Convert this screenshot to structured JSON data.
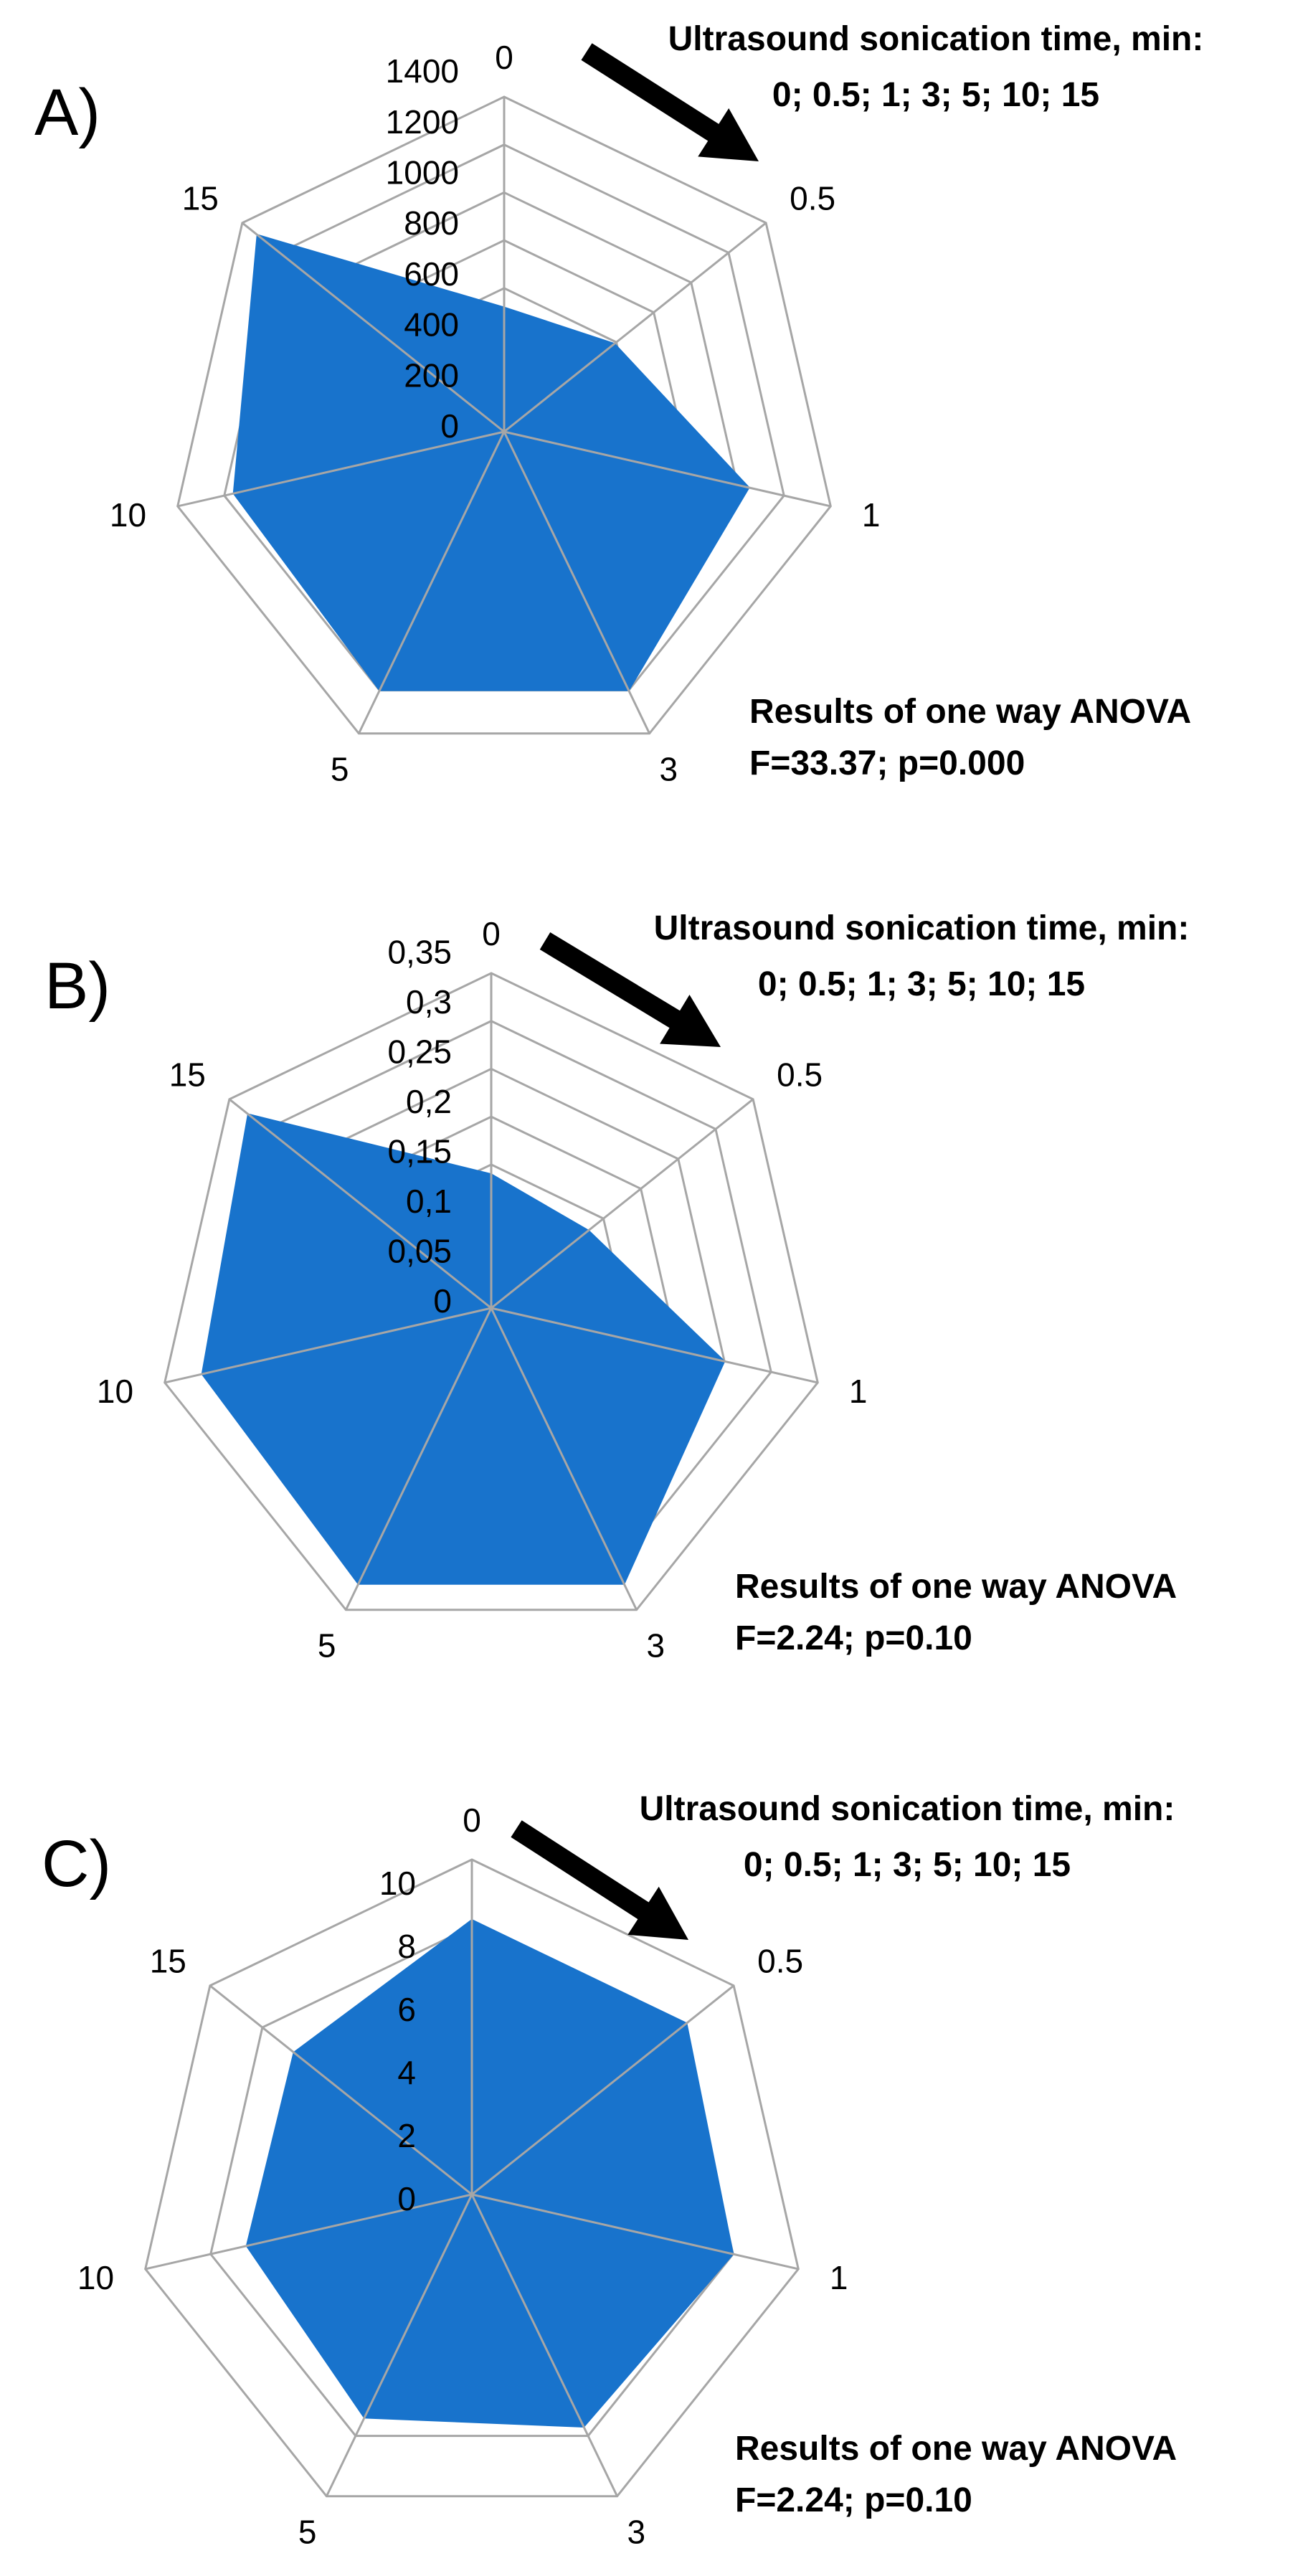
{
  "chart_data": [
    {
      "type": "radar",
      "panel": "A)",
      "categories": [
        "0",
        "0.5",
        "1",
        "3",
        "5",
        "10",
        "15"
      ],
      "ticks": [
        "0",
        "200",
        "400",
        "600",
        "800",
        "1000",
        "1200",
        "1400"
      ],
      "tick_values": [
        0,
        200,
        400,
        600,
        800,
        1000,
        1200,
        1400
      ],
      "rlim": [
        0,
        1400
      ],
      "grid": true,
      "values": [
        520,
        590,
        1050,
        1200,
        1200,
        1160,
        1320
      ],
      "color": "#1873cc",
      "annotations": {
        "legend_line1": "Ultrasound sonication time, min:",
        "legend_line2": "0; 0.5; 1; 3; 5; 10; 15",
        "stats_line1": "Results of  one way ANOVA",
        "stats_line2": "F=33.37;  p=0.000"
      }
    },
    {
      "type": "radar",
      "panel": "B)",
      "categories": [
        "0",
        "0.5",
        "1",
        "3",
        "5",
        "10",
        "15"
      ],
      "ticks": [
        "0",
        "0,05",
        "0,1",
        "0,15",
        "0,2",
        "0,25",
        "0,3",
        "0,35"
      ],
      "tick_values": [
        0,
        0.05,
        0.1,
        0.15,
        0.2,
        0.25,
        0.3,
        0.35
      ],
      "rlim": [
        0,
        0.35
      ],
      "grid": true,
      "values": [
        0.14,
        0.13,
        0.25,
        0.32,
        0.32,
        0.31,
        0.325
      ],
      "color": "#1873cc",
      "annotations": {
        "legend_line1": "Ultrasound sonication time, min:",
        "legend_line2": "0; 0.5; 1; 3; 5; 10; 15",
        "stats_line1": "Results of  one way ANOVA",
        "stats_line2": "F=2.24;  p=0.10"
      }
    },
    {
      "type": "radar",
      "panel": "C)",
      "categories": [
        "0",
        "0.5",
        "1",
        "3",
        "5",
        "10",
        "15"
      ],
      "ticks": [
        "0",
        "2",
        "4",
        "6",
        "8",
        "10"
      ],
      "tick_values": [
        0,
        2,
        4,
        6,
        8,
        10
      ],
      "rlim": [
        0,
        10
      ],
      "grid": true,
      "values": [
        8.2,
        8.2,
        8.0,
        7.7,
        7.4,
        6.9,
        6.8
      ],
      "color": "#1873cc",
      "annotations": {
        "legend_line1": "Ultrasound sonication time, min:",
        "legend_line2": "0; 0.5; 1; 3; 5; 10; 15",
        "stats_line1": "Results of  one way ANOVA",
        "stats_line2": "F=2.24;  p=0.10"
      }
    }
  ]
}
